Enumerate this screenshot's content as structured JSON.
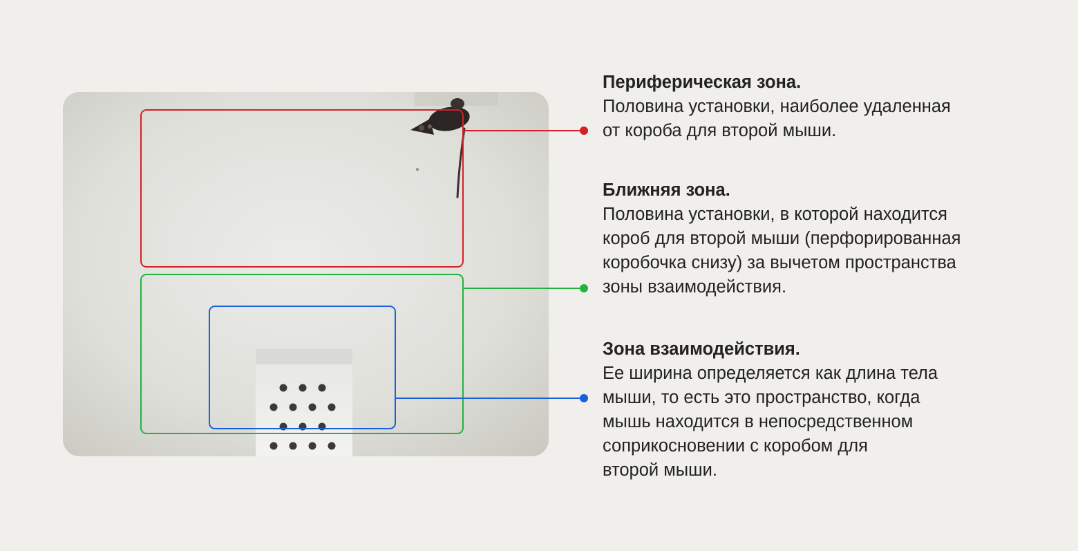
{
  "colors": {
    "background": "#f0efec",
    "photo_floor": "#dcdcd6",
    "peripheral": "#d32027",
    "near": "#22b33c",
    "interaction": "#1a5fdb",
    "text": "#222222"
  },
  "zones": [
    {
      "id": "peripheral",
      "title": "Периферическая зона.",
      "description": "Половина установки, наиболее удаленная\nот короба для второй мыши."
    },
    {
      "id": "near",
      "title": "Ближняя зона.",
      "description": "Половина установки, в которой находится\nкороб для второй мыши (перфорированная\nкоробочка снизу) за вычетом пространства\nзоны взаимодействия."
    },
    {
      "id": "interaction",
      "title": "Зона взаимодействия.",
      "description": "Ее ширина определяется как длина тела\nмыши, то есть это пространство, когда\nмышь находится в непосредственном\nсоприкосновении с коробом для\nвторой мыши."
    }
  ],
  "photo": {
    "subject_icon": "mouse-icon",
    "box_icon": "perforated-box-icon"
  }
}
